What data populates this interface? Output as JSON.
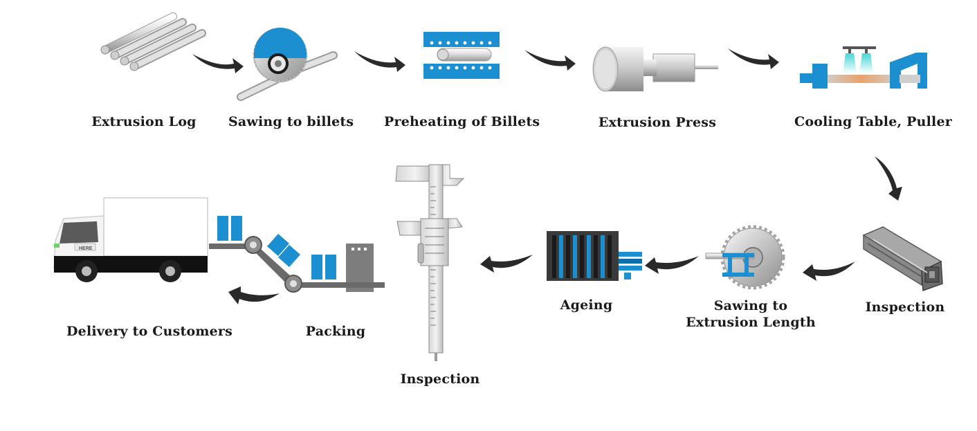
{
  "colors": {
    "accent_blue": "#1b8fd0",
    "dark_blue": "#0d6fa8",
    "steel_light": "#e3e3e3",
    "steel_mid": "#b9b9b9",
    "steel_dark": "#7a7a7a",
    "arrow": "#2a2a2a",
    "text": "#1a1a1a"
  },
  "steps": [
    {
      "id": 1,
      "label": "Extrusion Log",
      "icon": "extrusion-logs-icon"
    },
    {
      "id": 2,
      "label": "Sawing to billets",
      "icon": "circular-saw-icon"
    },
    {
      "id": 3,
      "label": "Preheating of Billets",
      "icon": "billet-furnace-icon"
    },
    {
      "id": 4,
      "label": "Extrusion Press",
      "icon": "extrusion-press-icon"
    },
    {
      "id": 5,
      "label": "Cooling Table, Puller",
      "icon": "cooling-table-icon"
    },
    {
      "id": 6,
      "label": "Inspection",
      "icon": "aluminum-profile-icon"
    },
    {
      "id": 7,
      "label_line1": "Sawing to",
      "label_line2": "Extrusion Length",
      "icon": "length-saw-icon"
    },
    {
      "id": 8,
      "label": "Ageing",
      "icon": "ageing-oven-icon"
    },
    {
      "id": 9,
      "label": "Inspection",
      "icon": "vernier-caliper-icon"
    },
    {
      "id": 10,
      "label": "Packing",
      "icon": "packing-conveyor-icon"
    },
    {
      "id": 11,
      "label": "Delivery to Customers",
      "icon": "delivery-truck-icon"
    }
  ],
  "truck_text": "HERE"
}
